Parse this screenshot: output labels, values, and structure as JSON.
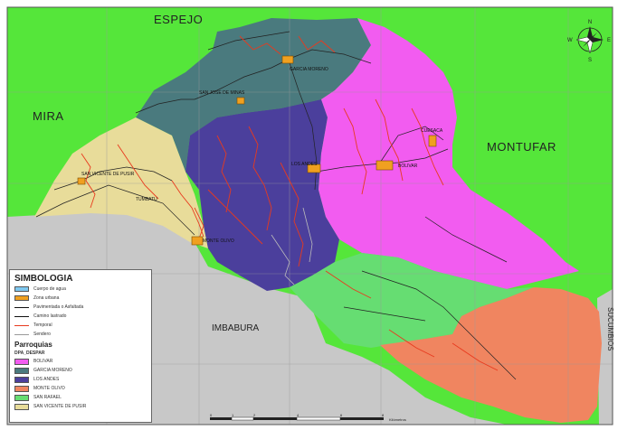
{
  "map": {
    "regions": {
      "espejo": "ESPEJO",
      "mira": "MIRA",
      "montufar": "MONTUFAR",
      "imbabura": "IMBABURA",
      "sucumbios": "SUCUMBIOS"
    },
    "towns": {
      "garcia_moreno": "GARCIA MORENO",
      "san_jose": "SAN JOSE DE MINAS",
      "cuesaca": "CUESACA",
      "los_andes": "LOS ANDES",
      "bolivar": "BOLIVAR",
      "san_vicente": "SAN VICENTE DE PUSIR",
      "tumbatu": "TUMBATU",
      "monte_olivo": "MONTE OLIVO"
    },
    "colors": {
      "background": "#55e63a",
      "neighbor_gray": "#c8c8c8",
      "bolivar": "#f25cf0",
      "garcia_moreno": "#4a7a7e",
      "los_andes": "#4b3f9c",
      "monte_olivo": "#f08560",
      "san_rafael": "#66dd72",
      "san_vicente": "#e8dc9a",
      "roads": "#e83a1e",
      "paths": "#222222",
      "grid": "#9a9a9a"
    }
  },
  "legend": {
    "title": "SIMBOLOGIA",
    "symbols": [
      {
        "label": "Cuerpo de agua",
        "color": "#7ec8f0",
        "kind": "box"
      },
      {
        "label": "Zona urbana",
        "color": "#f0a020",
        "kind": "box"
      },
      {
        "label": "Pavimentada o Asfaltada",
        "color": "#111111",
        "kind": "line"
      },
      {
        "label": "Camino lastrado",
        "color": "#111111",
        "kind": "line"
      },
      {
        "label": "Temporal",
        "color": "#e83a1e",
        "kind": "line"
      },
      {
        "label": "Sendero",
        "color": "#999999",
        "kind": "line"
      }
    ],
    "parishes_title": "Parroquias",
    "parishes_subtitle": "DPA_DESPAR",
    "parishes": [
      {
        "label": "BOLIVAR",
        "color": "#f25cf0"
      },
      {
        "label": "GARCIA MORENO",
        "color": "#4a7a7e"
      },
      {
        "label": "LOS ANDES",
        "color": "#4b3f9c"
      },
      {
        "label": "MONTE OLIVO",
        "color": "#f08560"
      },
      {
        "label": "SAN RAFAEL",
        "color": "#66dd72"
      },
      {
        "label": "SAN VICENTE DE PUSIR",
        "color": "#e8dc9a"
      }
    ]
  },
  "compass": {
    "n": "N",
    "s": "S",
    "e": "E",
    "w": "W"
  },
  "scale": {
    "ticks": [
      "0",
      "1",
      "2",
      "4",
      "6",
      "8"
    ],
    "unit": "Kilómetros"
  }
}
